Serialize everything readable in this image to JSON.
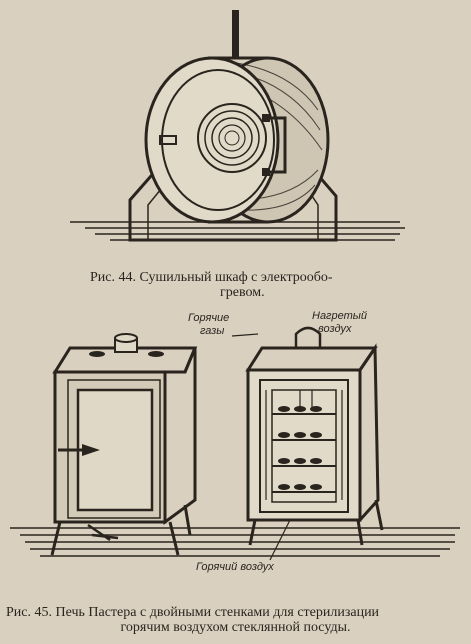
{
  "figure44": {
    "caption_line1": "Рис. 44. Сушильный шкаф с электрообо-",
    "caption_line2": "гревом."
  },
  "figure45": {
    "caption_line1": "Рис. 45. Печь Пастера с двойными стенками для стерилизации",
    "caption_line2": "горячим воздухом стеклянной посуды.",
    "labels": {
      "hot_gases_1": "Горячие",
      "hot_gases_2": "газы",
      "heated_air_1": "Нагретый",
      "heated_air_2": "воздух",
      "hot_air": "Горячий воздух"
    }
  }
}
